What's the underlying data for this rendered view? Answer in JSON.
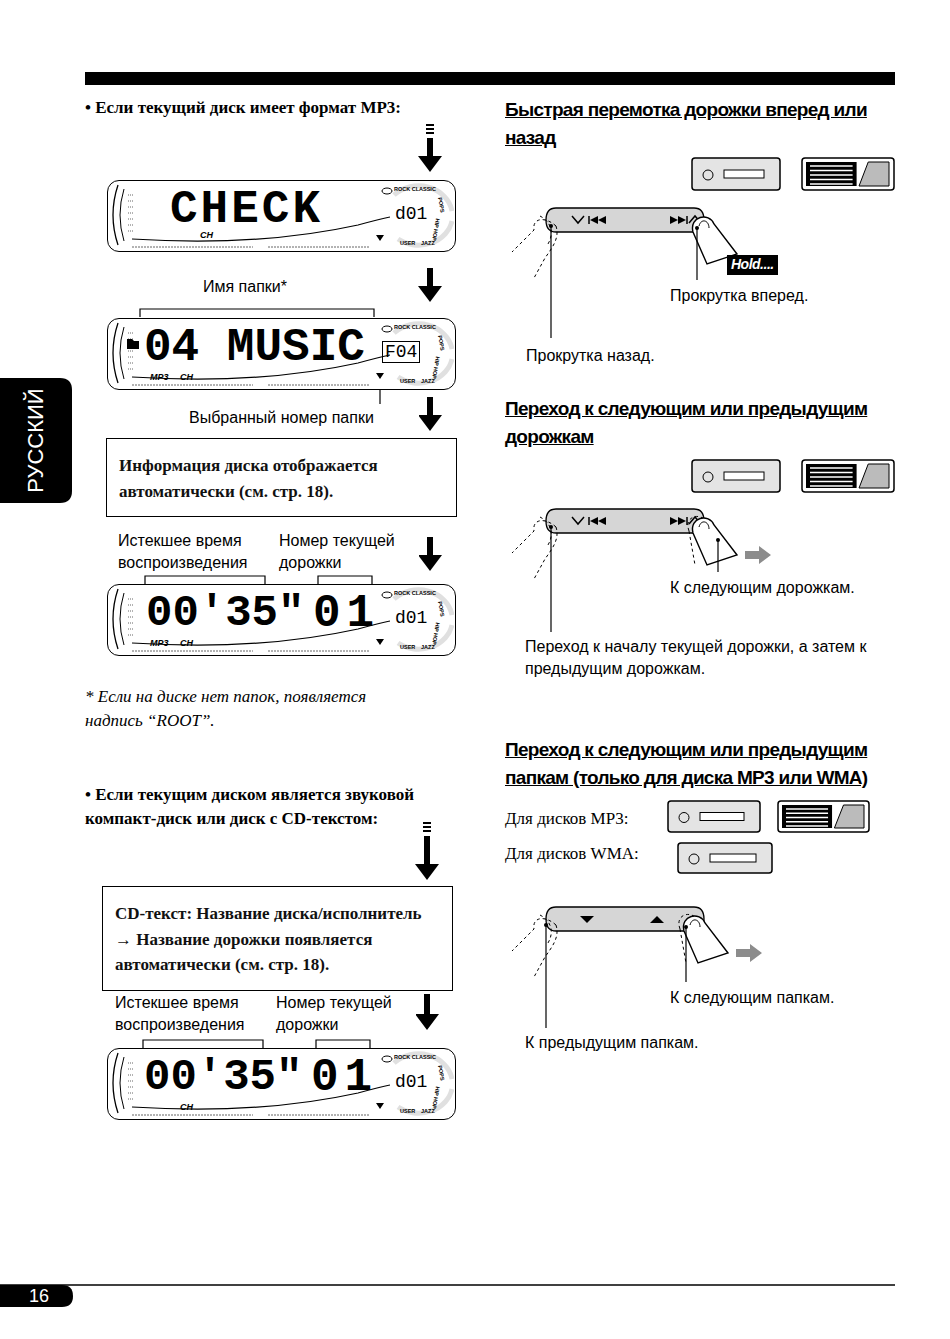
{
  "diagram": {
    "nodes": [
      {
        "text": [
          "CHECK",
          "d01",
          "CH",
          "ROCK CLASSIC",
          "POPS",
          "HIP HOP",
          "USER",
          "JAZZ"
        ]
      },
      {
        "text": [
          "04 MUSIC",
          "F04",
          "MP3",
          "CH",
          "ROCK CLASSIC",
          "POPS",
          "HIP HOP",
          "USER",
          "JAZZ"
        ]
      },
      {
        "text": [
          "Информация диска отображается автоматически (см. стр. 18)."
        ]
      },
      {
        "text": [
          "00'35\"",
          "01",
          "d01",
          "MP3",
          "CH",
          "ROCK CLASSIC",
          "POPS",
          "HIP HOP",
          "USER",
          "JAZZ"
        ]
      },
      {
        "text": [
          "CD-текст: Название диска/исполнитель → Название дорожки появляется автоматически (см. стр. 18)."
        ]
      },
      {
        "text": [
          "00'35\"",
          "01",
          "d01",
          "CH",
          "ROCK CLASSIC",
          "POPS",
          "HIP HOP",
          "USER",
          "JAZZ"
        ]
      }
    ],
    "labels": [
      "• Если текущий диск имеет формат MP3:",
      "Имя папки*",
      "Выбранный номер папки",
      "Истекшее время воспроизведения",
      "Номер текущей дорожки",
      "* Если на диске нет папок, появляется надпись “ROOT”.",
      "• Если текущим диском является звуковой компакт-диск или диск с CD-текстом:",
      "Истекшее время воспроизведения",
      "Номер текущей дорожки",
      "Быстрая перемотка дорожки вперед или назад",
      "Hold....",
      "Прокрутка вперед.",
      "Прокрутка назад.",
      "Переход к следующим или предыдущим дорожкам",
      "К следующим дорожкам.",
      "Переход к началу текущей дорожки, а затем к предыдущим дорожкам.",
      "Переход к следующим или предыдущим папкам (только для диска MP3 или WMA)",
      "Для дисков MP3:",
      "Для дисков WMA:",
      "К следующим папкам.",
      "К предыдущим папкам.",
      "РУССКИЙ",
      "16"
    ]
  }
}
